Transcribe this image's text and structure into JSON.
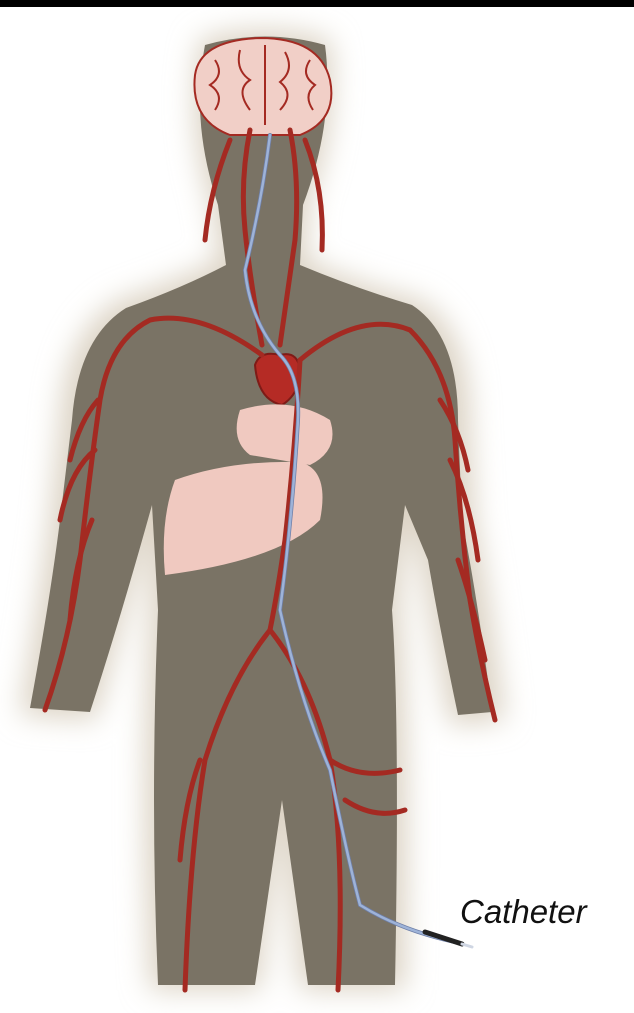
{
  "labels": {
    "catheter": "Catheter"
  },
  "colors": {
    "body": "#7a7365",
    "glow": "#dcd3c4",
    "artery": "#a42a22",
    "catheter_line": "#9eb3d8",
    "organ": "#f0c9c0",
    "brain": "#f1cfc7",
    "background": "#ffffff",
    "top_bar": "#000000"
  },
  "icons": [
    "body-silhouette",
    "brain",
    "heart",
    "liver",
    "artery-network",
    "catheter-path",
    "catheter-tip"
  ]
}
